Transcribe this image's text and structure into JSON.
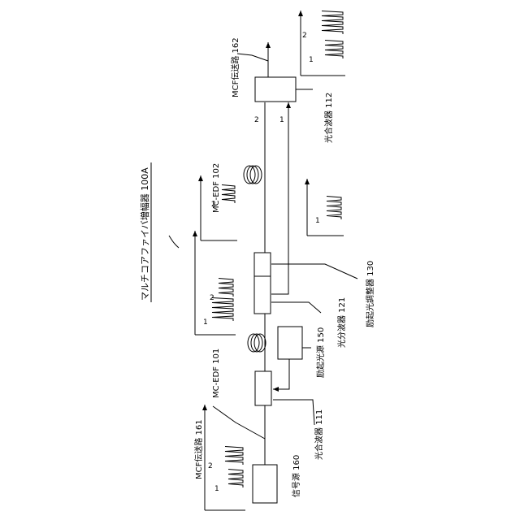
{
  "title": "マルチコアファイバ増幅器 100A",
  "labels": {
    "mcf161": "MCF伝送路 161",
    "mcf162": "MCF伝送路 162",
    "signal160": "信号源 160",
    "coupler111": "光合波器 111",
    "coupler112": "光合波器 112",
    "pump150": "励起光源 150",
    "splitter121": "光分波器 121",
    "adjuster130": "励起光調整器 130",
    "edf101": "MC-EDF 101",
    "edf102": "MC-EDF 102"
  },
  "spectrum_numbers": {
    "one": "1",
    "two": "2"
  }
}
